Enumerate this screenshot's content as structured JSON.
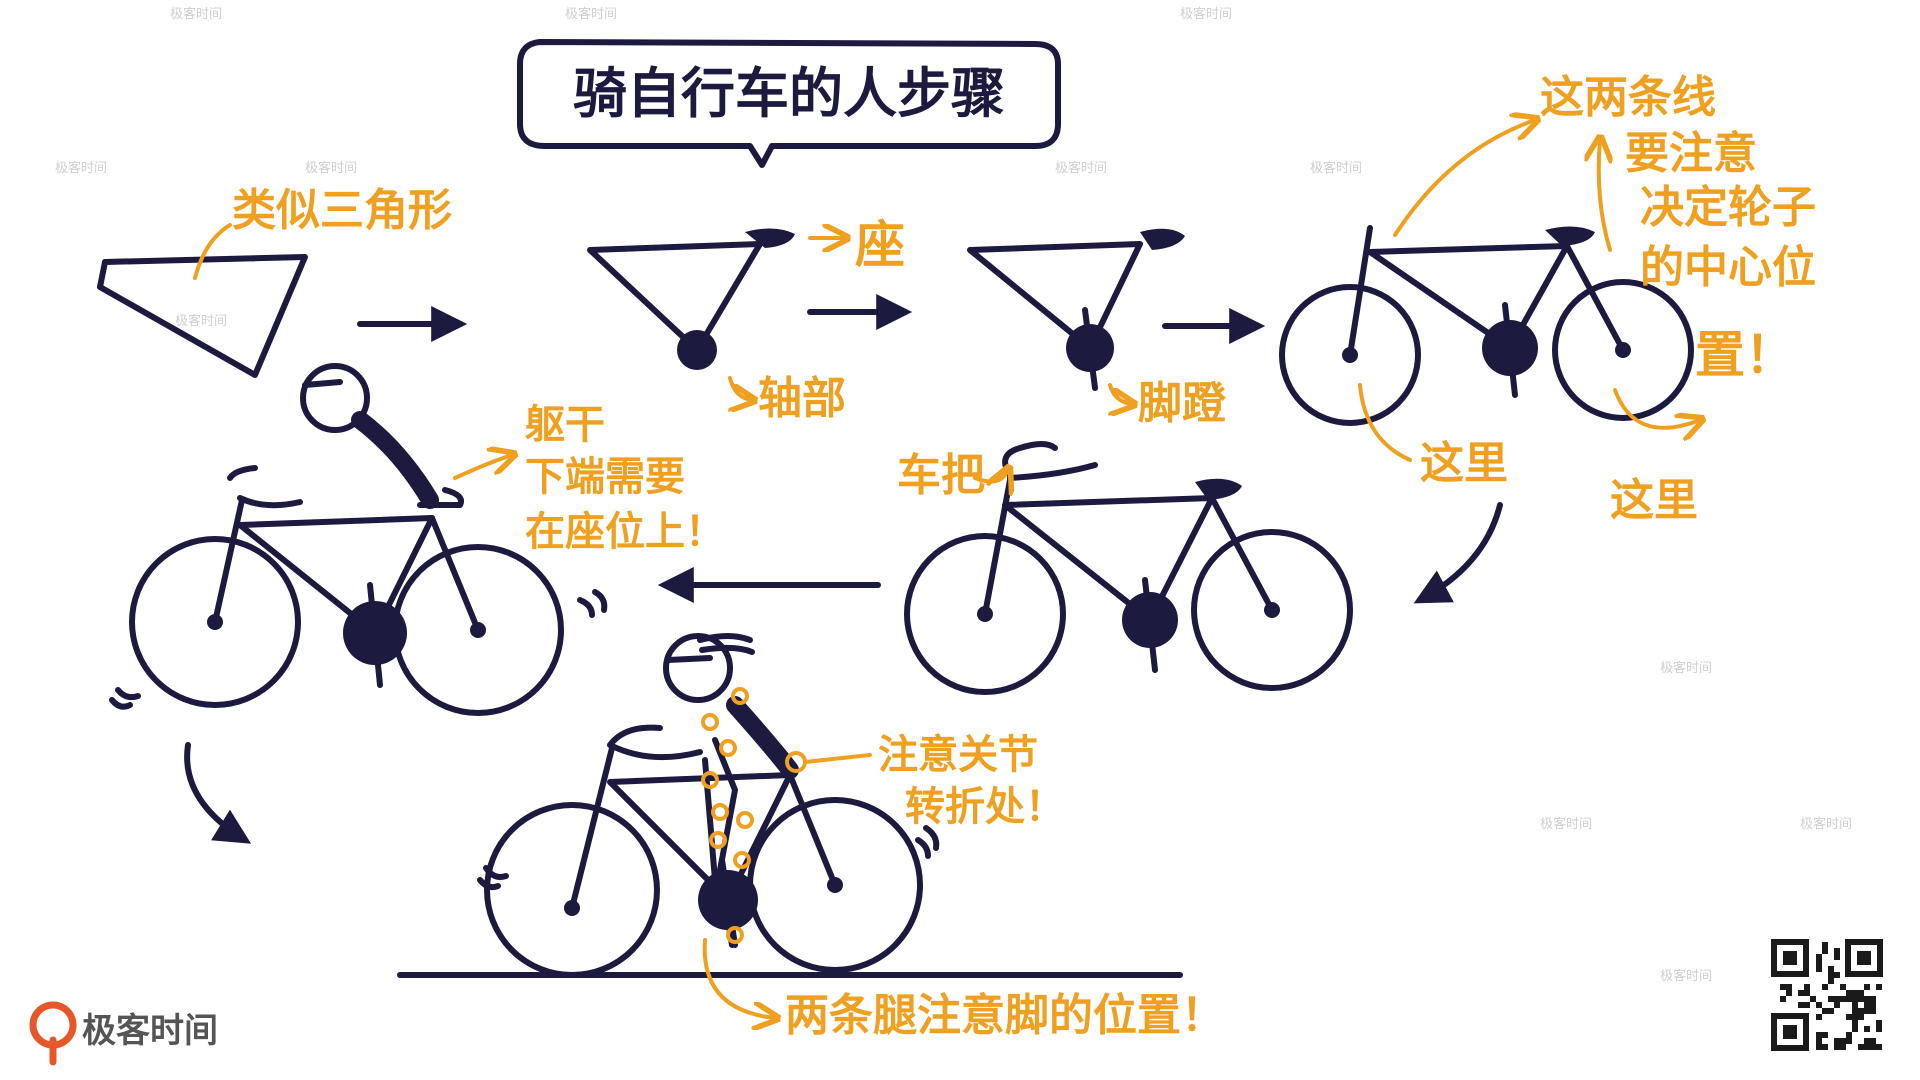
{
  "title": "骑自行车的人步骤",
  "steps": {
    "triangle_note": "类似三角形",
    "seat_note": "座",
    "axle_note": "轴部",
    "pedal_note": "脚蹬",
    "line_note": "这两条线",
    "line_note_2": "要注意",
    "wheel_note": "决定轮子",
    "wheel_note_2": "的中心位",
    "wheel_note_3": "置！",
    "here_left": "这里",
    "here_right": "这里",
    "handlebar_note": "车把",
    "torso_note": "躯干",
    "torso_note_2": "下端需要",
    "torso_note_3": "在座位上！",
    "joint_note": "注意关节",
    "joint_note_2": "转折处！",
    "legs_note": "两条腿注意脚的位置！"
  },
  "branding": {
    "logo_text": "极客时间",
    "watermark": "极客时间",
    "logo_color": "#e8572a",
    "ink_color": "#1c1a3e",
    "accent_color": "#f0a020"
  },
  "icons": {
    "logo": "geektime-logo-icon",
    "qr": "qr-code-icon"
  }
}
